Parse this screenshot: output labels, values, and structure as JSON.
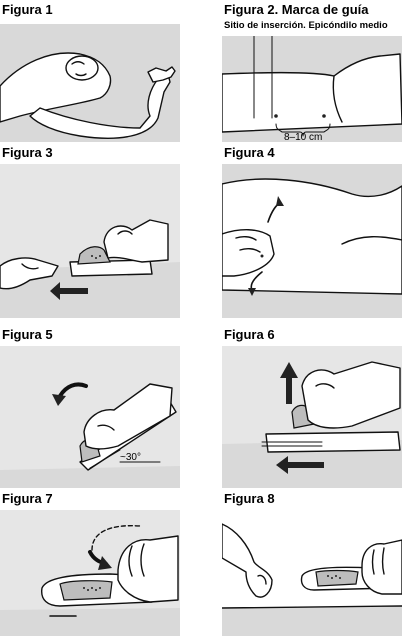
{
  "figures": [
    {
      "label": "Figura 1"
    },
    {
      "label": "Figura 2. Marca de guía",
      "subtitle": "Sitio de inserción. Epicóndilo medio",
      "annotation": "8–10 cm"
    },
    {
      "label": "Figura 3"
    },
    {
      "label": "Figura 4"
    },
    {
      "label": "Figura 5",
      "annotation": "~30°"
    },
    {
      "label": "Figura 6"
    },
    {
      "label": "Figura 7"
    },
    {
      "label": "Figura 8"
    }
  ],
  "colors": {
    "panel": "#d9d9d9",
    "line": "#111111",
    "skin": "#ffffff"
  }
}
